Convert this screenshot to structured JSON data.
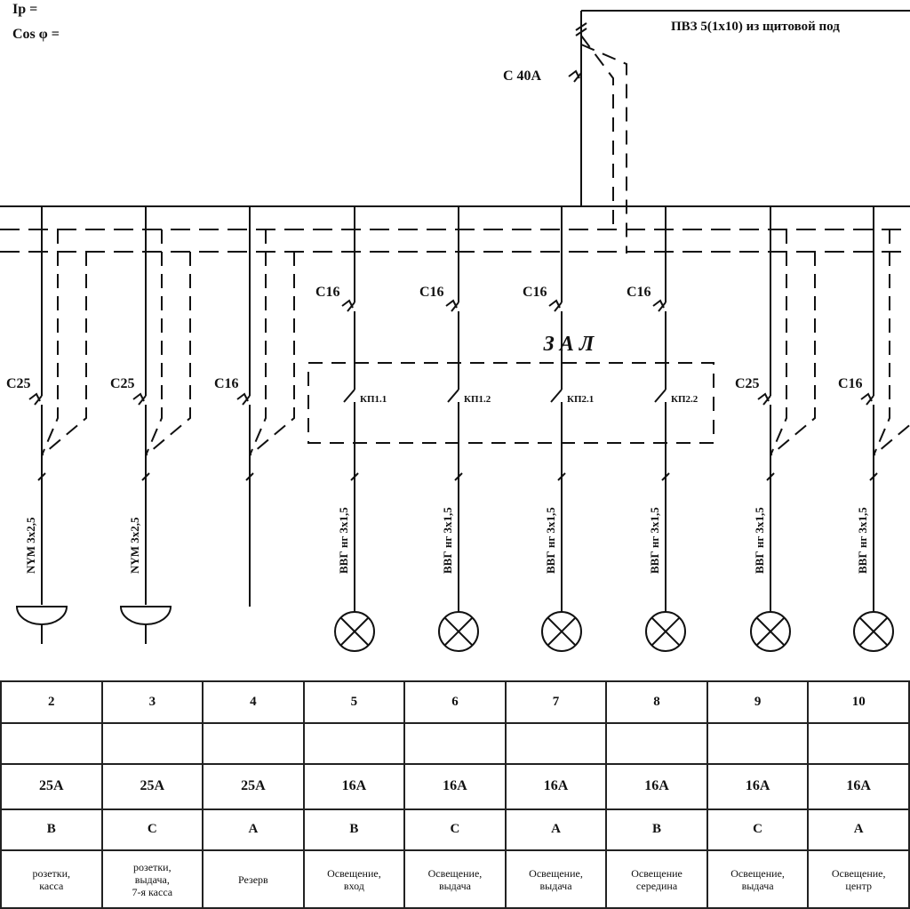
{
  "header": {
    "ip_label": "Ip =",
    "cos_label": "Cos φ ="
  },
  "feeder": {
    "cable_label": "ПВЗ 5(1х10) из щитовой под",
    "main_breaker": "C 40A"
  },
  "zone_label": "З А Л",
  "circuits": [
    {
      "num": "2",
      "breaker": "C25",
      "switch": "",
      "cable": "NYM 3х2,5",
      "load": "socket",
      "current": "25A",
      "phase": "B",
      "desc": "розетки,\nкасса"
    },
    {
      "num": "3",
      "breaker": "C25",
      "switch": "",
      "cable": "NYM 3х2,5",
      "load": "socket",
      "current": "25A",
      "phase": "C",
      "desc": "розетки,\nвыдача,\n7-я касса"
    },
    {
      "num": "4",
      "breaker": "C16",
      "switch": "",
      "cable": "",
      "load": "none",
      "current": "25A",
      "phase": "A",
      "desc": "Резерв"
    },
    {
      "num": "5",
      "breaker": "C16",
      "switch": "КП1.1",
      "cable": "ВВГ нг 3х1,5",
      "load": "lamp",
      "current": "16A",
      "phase": "B",
      "desc": "Освещение,\nвход"
    },
    {
      "num": "6",
      "breaker": "C16",
      "switch": "КП1.2",
      "cable": "ВВГ нг 3х1,5",
      "load": "lamp",
      "current": "16A",
      "phase": "C",
      "desc": "Освещение,\nвыдача"
    },
    {
      "num": "7",
      "breaker": "C16",
      "switch": "КП2.1",
      "cable": "ВВГ нг 3х1,5",
      "load": "lamp",
      "current": "16A",
      "phase": "A",
      "desc": "Освещение,\nвыдача"
    },
    {
      "num": "8",
      "breaker": "C16",
      "switch": "КП2.2",
      "cable": "ВВГ нг 3х1,5",
      "load": "lamp",
      "current": "16A",
      "phase": "B",
      "desc": "Освещение\nсередина"
    },
    {
      "num": "9",
      "breaker": "C25",
      "switch": "",
      "cable": "ВВГ нг 3х1,5",
      "load": "lamp",
      "current": "16A",
      "phase": "C",
      "desc": "Освещение,\nвыдача"
    },
    {
      "num": "10",
      "breaker": "C16",
      "switch": "",
      "cable": "ВВГ нг 3х1,5",
      "load": "lamp",
      "current": "16A",
      "phase": "A",
      "desc": "Освещение,\nцентр"
    }
  ]
}
